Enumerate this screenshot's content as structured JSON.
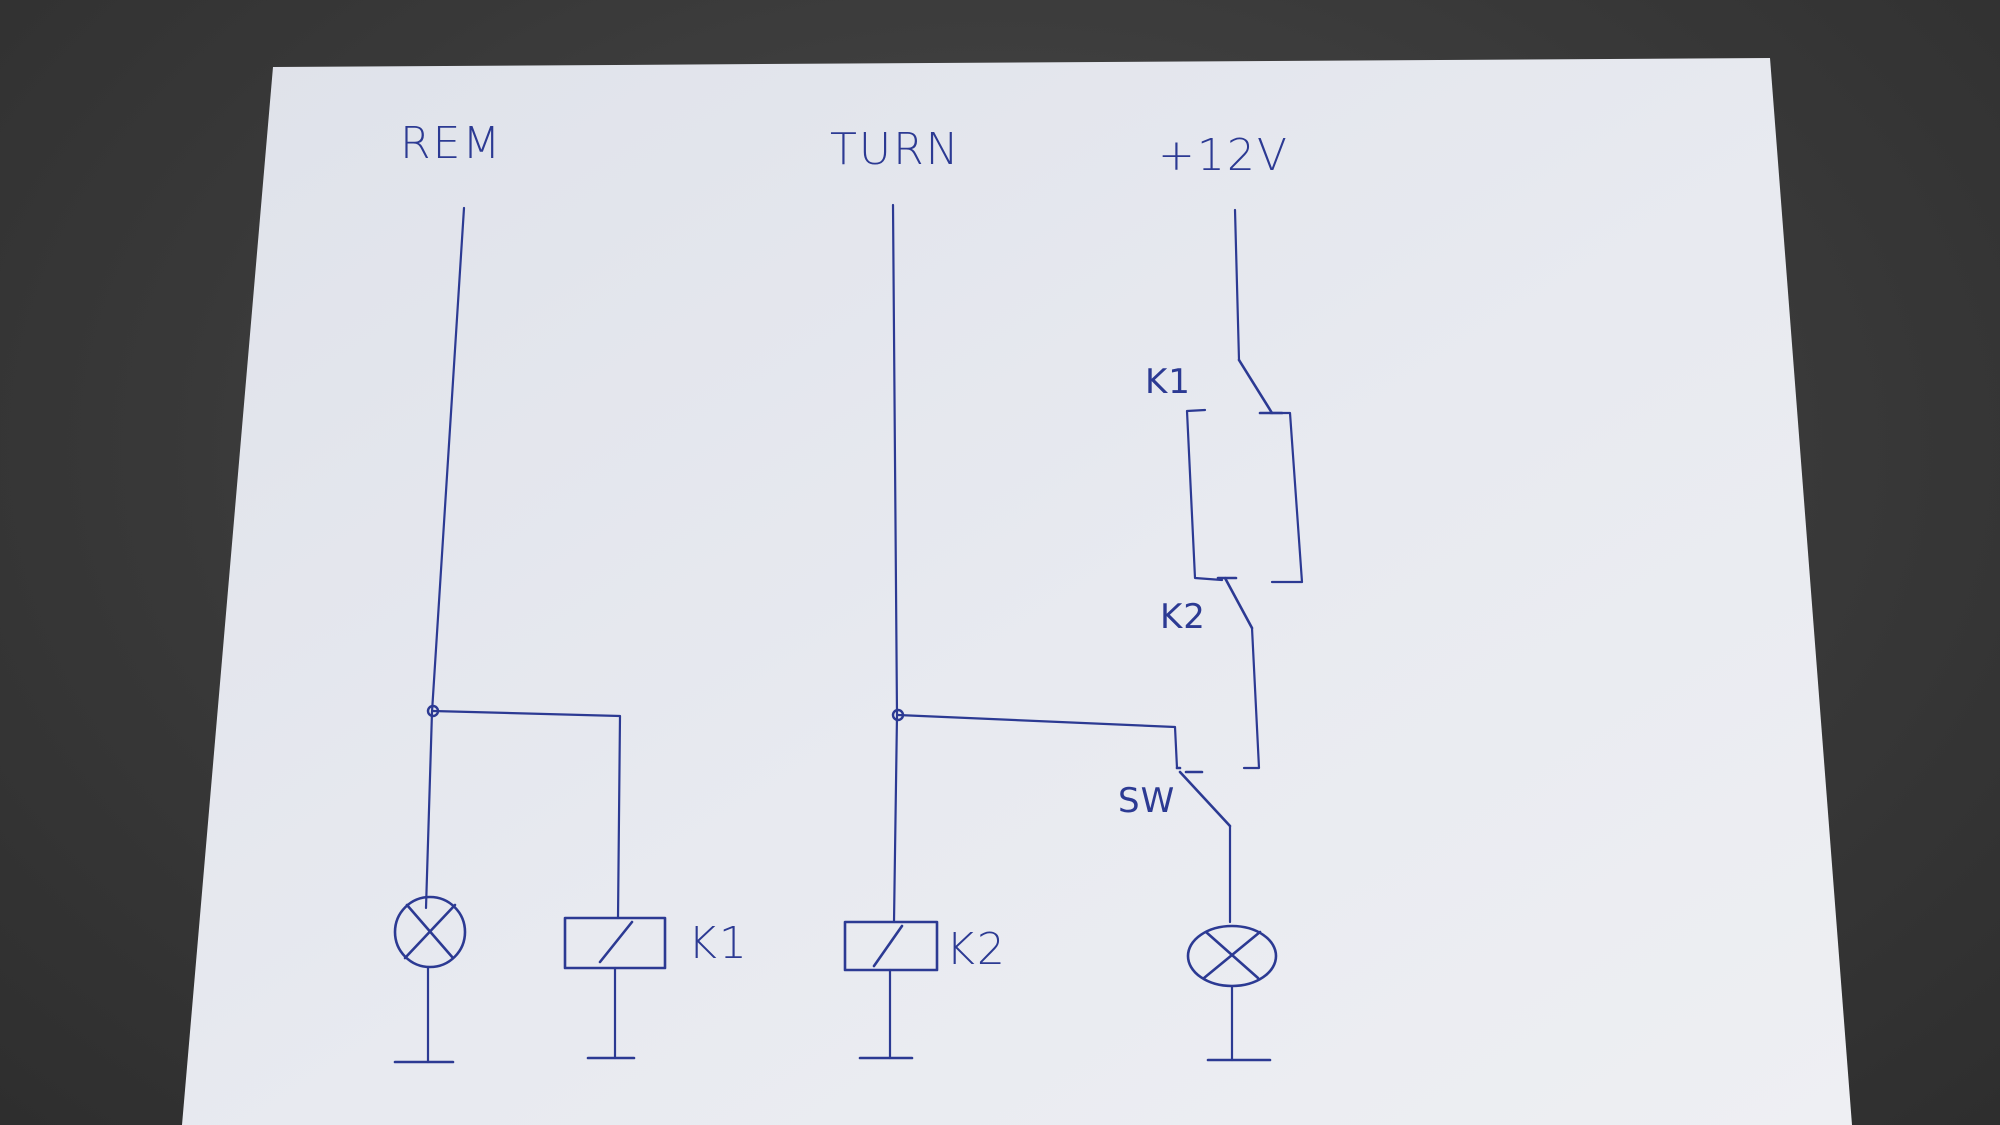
{
  "colors": {
    "ink": "#2c3a93",
    "paper": "#e6e8ef",
    "background": "#3a3a3a"
  },
  "rails": {
    "rem": "REM",
    "turn": "TURN",
    "supply": "+12V"
  },
  "components": {
    "k1_contact": "K1",
    "k2_contact": "K2",
    "switch": "SW",
    "k1_coil": "K1",
    "k2_coil": "K2"
  }
}
